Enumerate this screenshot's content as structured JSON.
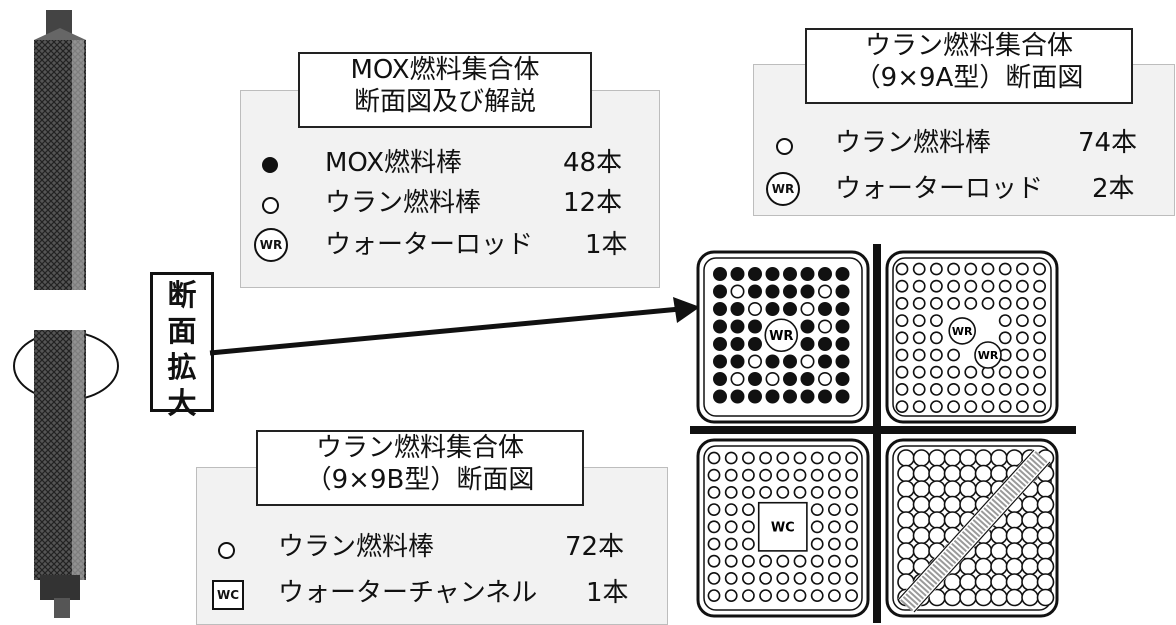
{
  "mox_panel": {
    "title": [
      "MOX燃料集合体",
      "断面図及び解説"
    ],
    "items": [
      {
        "icon": "filled-circle",
        "label": "MOX燃料棒",
        "count": "48本"
      },
      {
        "icon": "open-circle",
        "label": "ウラン燃料棒",
        "count": "12本"
      },
      {
        "icon": "water-rod",
        "icon_text": "WR",
        "label": "ウォーターロッド",
        "count": "1本"
      }
    ]
  },
  "uranium_a_panel": {
    "title": [
      "ウラン燃料集合体",
      "（9×9A型）断面図"
    ],
    "items": [
      {
        "icon": "open-circle",
        "label": "ウラン燃料棒",
        "count": "74本"
      },
      {
        "icon": "water-rod",
        "icon_text": "WR",
        "label": "ウォーターロッド",
        "count": "2本"
      }
    ]
  },
  "uranium_b_panel": {
    "title": [
      "ウラン燃料集合体",
      "（9×9B型）断面図"
    ],
    "items": [
      {
        "icon": "open-circle",
        "label": "ウラン燃料棒",
        "count": "72本"
      },
      {
        "icon": "water-channel",
        "icon_text": "WC",
        "label": "ウォーターチャンネル",
        "count": "1本"
      }
    ]
  },
  "callout": {
    "chars": [
      "断",
      "面",
      "拡",
      "大"
    ]
  },
  "cross_section": {
    "mox_wr_label": "WR",
    "a_wr_labels": [
      "WR",
      "WR"
    ],
    "b_wc_label": "WC"
  },
  "colors": {
    "line": "#111111",
    "panel_bg": "#f2f2f2",
    "rod_fill": "#111111"
  }
}
